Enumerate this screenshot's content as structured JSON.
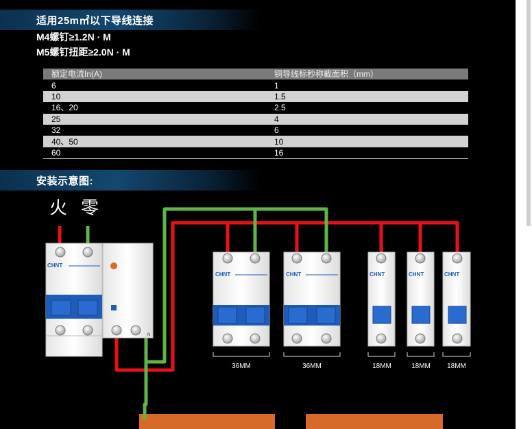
{
  "sections": {
    "wiring_title": "适用25m㎡以下导线连接",
    "install_title": "安装示意图:"
  },
  "torque": {
    "m4": "M4螺钉≥1.2N · M",
    "m5": "M5螺钉扭距≥2.0N · M"
  },
  "table": {
    "headers": [
      "额定电流In(A)",
      "铜导线标秒称截面积（mm）"
    ],
    "rows": [
      [
        "6",
        "1"
      ],
      [
        "10",
        "1.5"
      ],
      [
        "16、20",
        "2.5"
      ],
      [
        "25",
        "4"
      ],
      [
        "32",
        "6"
      ],
      [
        "40、50",
        "10"
      ],
      [
        "60",
        "16"
      ]
    ]
  },
  "diagram": {
    "live_label": "火",
    "neutral_label": "零",
    "brand": "CHNT",
    "n_terminal": "N",
    "widths": [
      "36MM",
      "36MM",
      "18MM",
      "18MM",
      "18MM"
    ]
  },
  "colors": {
    "live_wire": "#e8101a",
    "neutral_wire": "#5fb548",
    "handle_blue": "#1f5bb8",
    "busbar": "#d66a2a"
  }
}
